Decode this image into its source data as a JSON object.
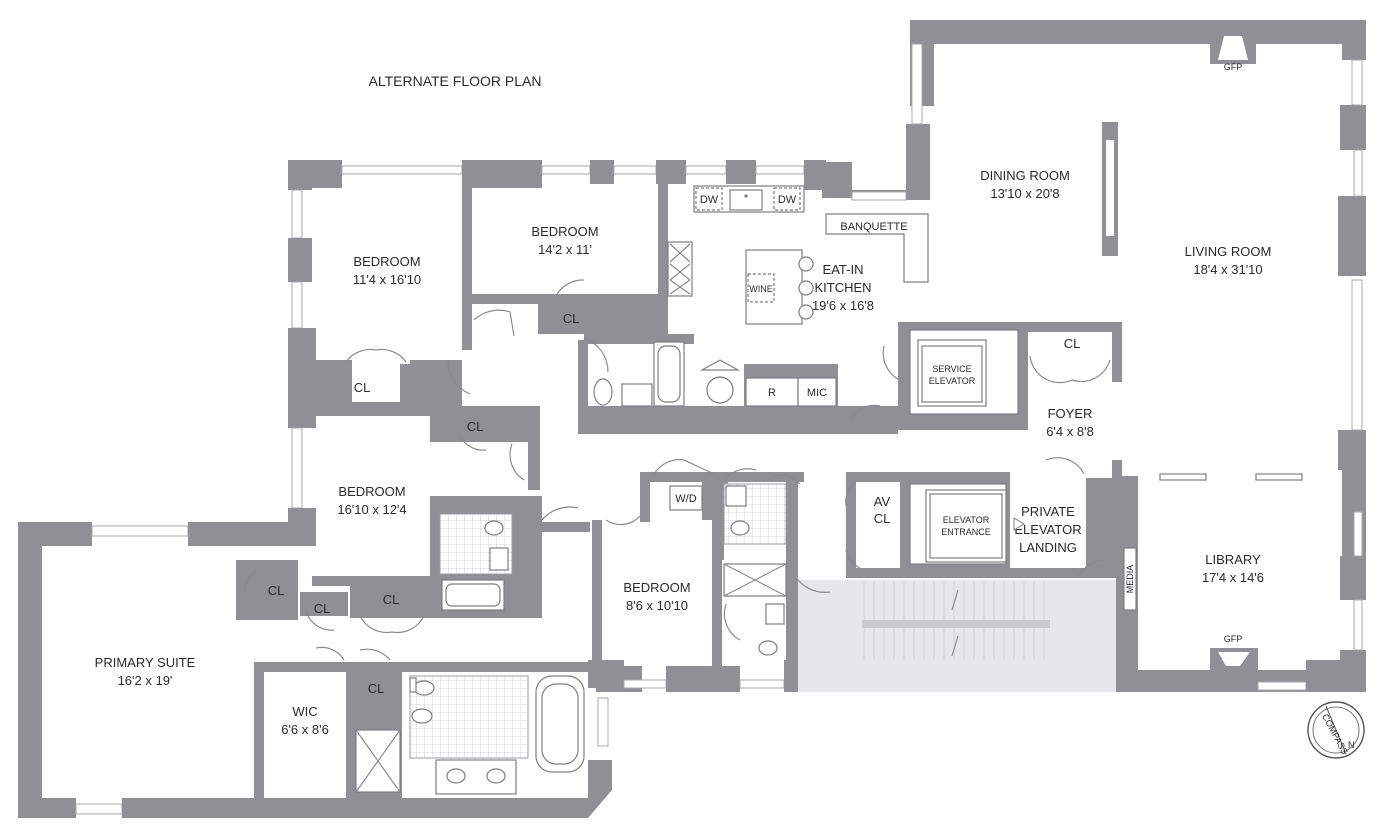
{
  "title": "ALTERNATE FLOOR PLAN",
  "rooms": {
    "bedroom_1": {
      "name": "BEDROOM",
      "dims": "11'4 x 16'10"
    },
    "bedroom_2": {
      "name": "BEDROOM",
      "dims": "14'2 x 11'"
    },
    "bedroom_3": {
      "name": "BEDROOM",
      "dims": "16'10 x 12'4"
    },
    "bedroom_4": {
      "name": "BEDROOM",
      "dims": "8'6 x 10'10"
    },
    "kitchen": {
      "name_1": "EAT-IN",
      "name_2": "KITCHEN",
      "dims": "19'6 x 16'8"
    },
    "dining": {
      "name": "DINING ROOM",
      "dims": "13'10 x 20'8"
    },
    "living": {
      "name": "LIVING ROOM",
      "dims": "18'4 x 31'10"
    },
    "foyer": {
      "name": "FOYER",
      "dims": "6'4 x 8'8"
    },
    "library": {
      "name": "LIBRARY",
      "dims": "17'4 x 14'6"
    },
    "primary": {
      "name": "PRIMARY SUITE",
      "dims": "16'2 x 19'"
    },
    "wic": {
      "name": "WIC",
      "dims": "6'6 x 8'6"
    },
    "private_landing": {
      "line_1": "PRIVATE",
      "line_2": "ELEVATOR",
      "line_3": "LANDING"
    }
  },
  "labels": {
    "closet": "CL",
    "dw": "DW",
    "banquette": "BANQUETTE",
    "wine": "WINE",
    "fridge": "R",
    "microwave": "MIC",
    "service_elevator_1": "SERVICE",
    "service_elevator_2": "ELEVATOR",
    "elevator_entrance_1": "ELEVATOR",
    "elevator_entrance_2": "ENTRANCE",
    "av_1": "AV",
    "av_2": "CL",
    "washer_dryer": "W/D",
    "fireplace": "GFP",
    "media": "MEDIA",
    "compass": "COMPASS",
    "north": "N"
  },
  "colors": {
    "wall": "#8f9093",
    "stair": "#e6e7e8",
    "text": "#2a2a2a"
  }
}
